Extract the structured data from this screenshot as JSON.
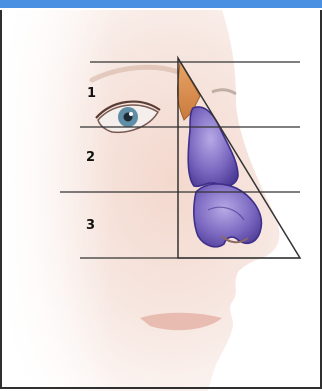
{
  "diagram": {
    "zones": [
      {
        "label": "1"
      },
      {
        "label": "2"
      },
      {
        "label": "3"
      }
    ],
    "colors": {
      "header_bar": "#4a90e2",
      "frame_border": "#2f2f2f",
      "skin_light": "#f6e6e0",
      "skin_mid": "#e6c4b8",
      "nose_bone": "#e8a060",
      "cartilage_fill": "#7f6fc2",
      "cartilage_stroke": "#3e2f8a",
      "guide_lines": "#333333"
    },
    "icons": [
      "face-profile-illustration",
      "eye-icon",
      "nasal-bone-shape",
      "upper-cartilage-shape",
      "lower-cartilage-shape"
    ]
  }
}
